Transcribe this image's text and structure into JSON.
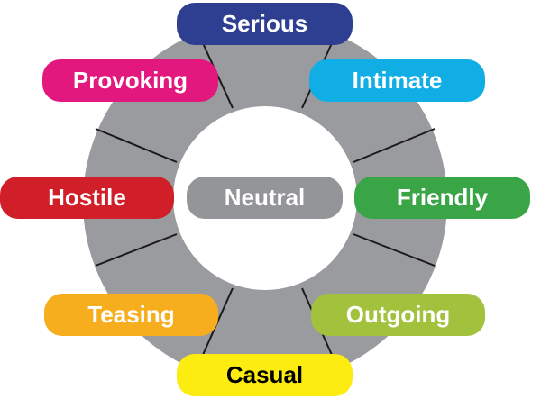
{
  "diagram": {
    "ring_color": "#9a9b9e",
    "divider_color": "#1a1a1a",
    "center": {
      "label": "Neutral",
      "color": "#939598",
      "text_color": "#ffffff"
    },
    "nodes": [
      {
        "key": "serious",
        "label": "Serious",
        "color": "#2e3f91",
        "text_color": "#ffffff"
      },
      {
        "key": "provoking",
        "label": "Provoking",
        "color": "#e2187e",
        "text_color": "#ffffff"
      },
      {
        "key": "intimate",
        "label": "Intimate",
        "color": "#10aee4",
        "text_color": "#ffffff"
      },
      {
        "key": "hostile",
        "label": "Hostile",
        "color": "#d11f2a",
        "text_color": "#ffffff"
      },
      {
        "key": "friendly",
        "label": "Friendly",
        "color": "#3aa547",
        "text_color": "#ffffff"
      },
      {
        "key": "teasing",
        "label": "Teasing",
        "color": "#f7ae1e",
        "text_color": "#ffffff"
      },
      {
        "key": "outgoing",
        "label": "Outgoing",
        "color": "#a2c23d",
        "text_color": "#ffffff"
      },
      {
        "key": "casual",
        "label": "Casual",
        "color": "#fcec0f",
        "text_color": "#000000"
      }
    ]
  }
}
